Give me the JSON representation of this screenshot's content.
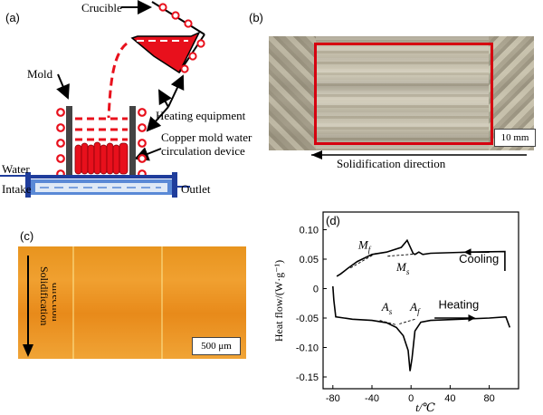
{
  "panel_labels": {
    "a": "(a)",
    "b": "(b)",
    "c": "(c)",
    "d": "(d)"
  },
  "panel_a": {
    "crucible": "Crucible",
    "mold": "Mold",
    "heating_equipment": "Heating equipment",
    "copper_mold_line1": "Copper mold water",
    "copper_mold_line2": "circulation device",
    "water": "Water",
    "intake": "Intake",
    "outlet": "Outlet"
  },
  "panel_b": {
    "scale_bar": "10 mm",
    "direction": "Solidification direction"
  },
  "panel_c": {
    "scale_bar": "500 μm",
    "direction_line1": "Solidification",
    "direction_line2": "direction"
  },
  "chart_data": {
    "type": "line",
    "title": "",
    "xlabel": "t/℃",
    "ylabel": "Heat flow/(W·g⁻¹)",
    "xlim": [
      -90,
      110
    ],
    "ylim": [
      -0.17,
      0.13
    ],
    "x_ticks": [
      -80,
      -40,
      0,
      40,
      80
    ],
    "y_ticks": [
      0.1,
      0.05,
      0,
      -0.05,
      -0.1,
      -0.15
    ],
    "annotations": [
      "Mf",
      "Ms",
      "As",
      "Af",
      "Cooling",
      "Heating"
    ],
    "series": [
      {
        "name": "Cooling",
        "points": [
          [
            96,
            0.03
          ],
          [
            96,
            0.063
          ],
          [
            60,
            0.062
          ],
          [
            20,
            0.06
          ],
          [
            12,
            0.058
          ],
          [
            8,
            0.062
          ],
          [
            4,
            0.058
          ],
          [
            2,
            0.06
          ],
          [
            -4,
            0.082
          ],
          [
            -10,
            0.07
          ],
          [
            -25,
            0.062
          ],
          [
            -40,
            0.058
          ],
          [
            -55,
            0.046
          ],
          [
            -65,
            0.034
          ],
          [
            -72,
            0.025
          ],
          [
            -76,
            0.021
          ]
        ]
      },
      {
        "name": "Heating",
        "points": [
          [
            -80,
            0.004
          ],
          [
            -79,
            -0.02
          ],
          [
            -77,
            -0.048
          ],
          [
            -60,
            -0.052
          ],
          [
            -40,
            -0.054
          ],
          [
            -25,
            -0.058
          ],
          [
            -15,
            -0.066
          ],
          [
            -8,
            -0.08
          ],
          [
            -3,
            -0.105
          ],
          [
            -1,
            -0.14
          ],
          [
            1,
            -0.118
          ],
          [
            4,
            -0.072
          ],
          [
            10,
            -0.057
          ],
          [
            20,
            -0.054
          ],
          [
            50,
            -0.052
          ],
          [
            80,
            -0.05
          ],
          [
            97,
            -0.048
          ],
          [
            101,
            -0.066
          ]
        ]
      }
    ]
  }
}
